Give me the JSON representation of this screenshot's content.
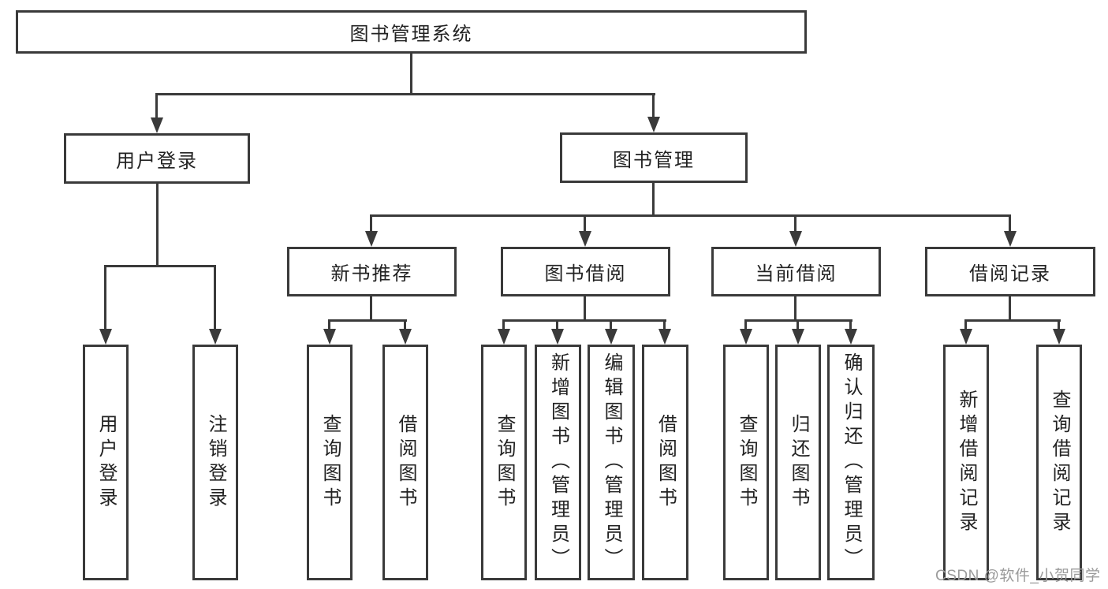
{
  "palette": {
    "line": "#3a3a3a",
    "text": "#222222",
    "box_background": "#ffffff",
    "watermark": "#9b9b9b"
  },
  "watermark": "CSDN @软件_小贺同学",
  "tree": {
    "root": {
      "label": "图书管理系统",
      "children": [
        {
          "label": "用户登录",
          "children": [
            {
              "label": "用户登录"
            },
            {
              "label": "注销登录"
            }
          ]
        },
        {
          "label": "图书管理",
          "children": [
            {
              "label": "新书推荐",
              "children": [
                {
                  "label": "查询图书"
                },
                {
                  "label": "借阅图书"
                }
              ]
            },
            {
              "label": "图书借阅",
              "children": [
                {
                  "label": "查询图书"
                },
                {
                  "label": "新增图书（管理员）"
                },
                {
                  "label": "编辑图书（管理员）"
                },
                {
                  "label": "借阅图书"
                }
              ]
            },
            {
              "label": "当前借阅",
              "children": [
                {
                  "label": "查询图书"
                },
                {
                  "label": "归还图书"
                },
                {
                  "label": "确认归还（管理员）"
                }
              ]
            },
            {
              "label": "借阅记录",
              "children": [
                {
                  "label": "新增借阅记录"
                },
                {
                  "label": "查询借阅记录"
                }
              ]
            }
          ]
        }
      ]
    }
  }
}
